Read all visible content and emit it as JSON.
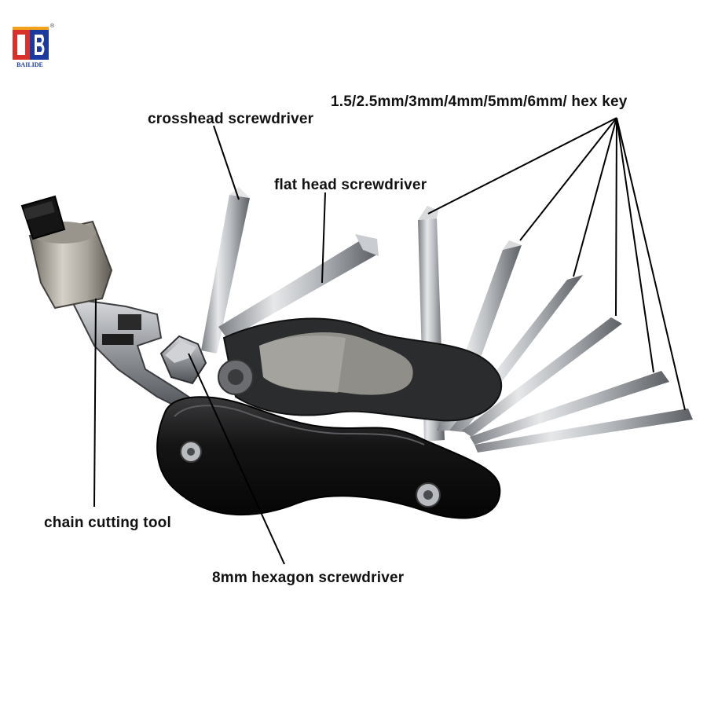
{
  "brand": {
    "name": "BAILIDE",
    "mark": "®",
    "colors": {
      "blue": "#1a3aa0",
      "red": "#d8302a",
      "orange": "#f2a21a"
    }
  },
  "labels": {
    "hex_key": "1.5/2.5mm/3mm/4mm/5mm/6mm/ hex key",
    "crosshead": "crosshead screwdriver",
    "flat_head": "flat head screwdriver",
    "chain_tool": "chain cutting tool",
    "hexagon_8mm": "8mm hexagon screwdriver"
  }
}
